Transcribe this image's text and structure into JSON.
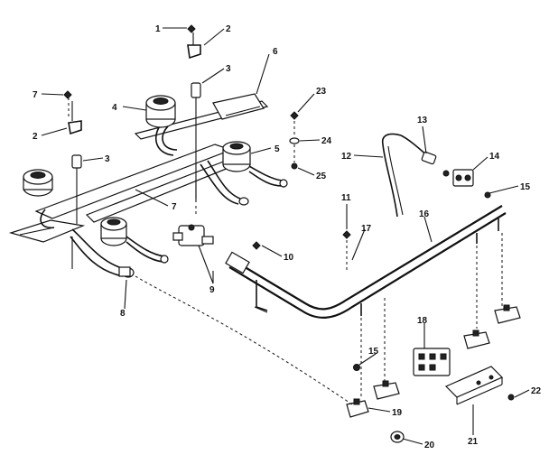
{
  "diagram": {
    "callouts": [
      "1",
      "2",
      "3",
      "4",
      "5",
      "6",
      "7",
      "8",
      "3",
      "7",
      "2",
      "9",
      "10",
      "11",
      "12",
      "13",
      "14",
      "15",
      "16",
      "17",
      "18",
      "19",
      "20",
      "21",
      "22",
      "23",
      "24",
      "25",
      "15"
    ]
  }
}
